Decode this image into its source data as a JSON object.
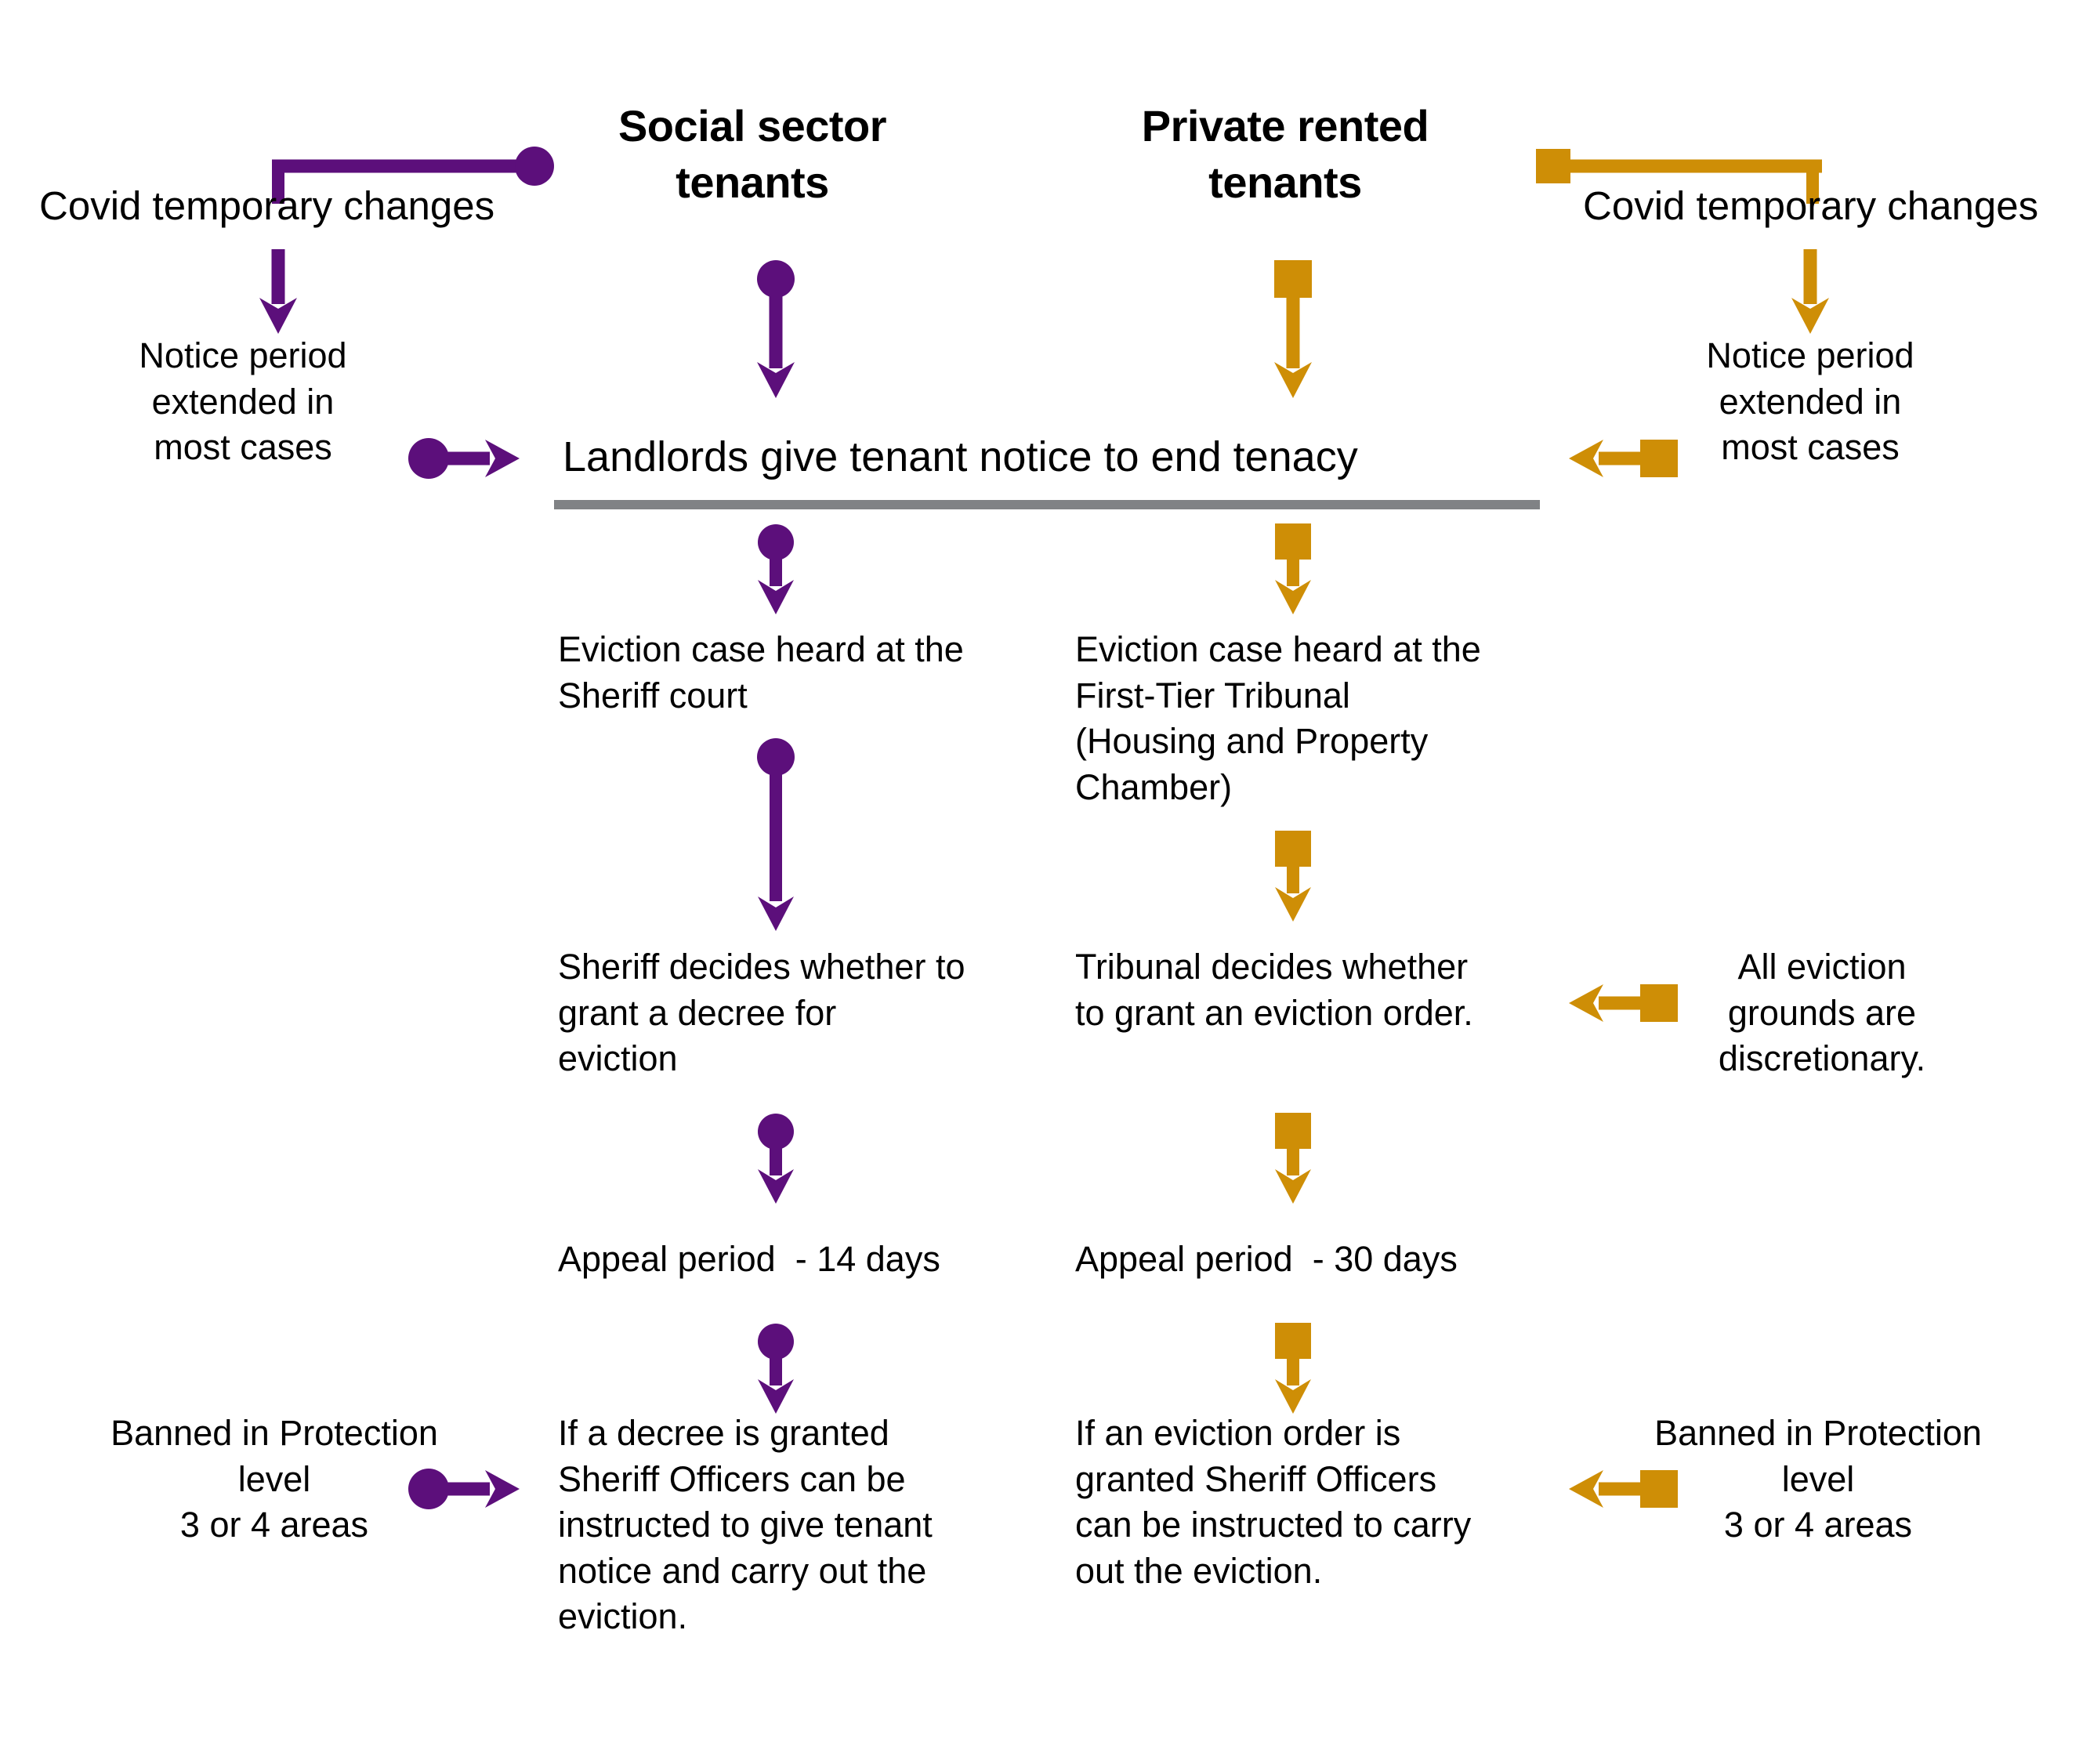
{
  "colors": {
    "social_purple": "#5C0F7B",
    "private_orange": "#CE8E06",
    "divider_grey": "#808285",
    "text_black": "#000000",
    "background": "#FFFFFF"
  },
  "headings": {
    "social": "Social sector\ntenants",
    "private": "Private rented\ntenants"
  },
  "shared": {
    "landlord_notice": "Landlords give tenant notice to end tenacy"
  },
  "left_annotations": {
    "covid_label": "Covid temporary changes",
    "notice_extended": "Notice period\nextended in\nmost cases",
    "banned_protection": "Banned in Protection\nlevel\n3 or 4 areas"
  },
  "right_annotations": {
    "covid_label": "Covid temporary changes",
    "notice_extended": "Notice period\nextended in\nmost cases",
    "all_grounds_discretionary": "All eviction\ngrounds are\ndiscretionary.",
    "banned_protection": "Banned in Protection\nlevel\n3 or 4 areas"
  },
  "social_steps": [
    "Eviction case heard at the\nSheriff court",
    "Sheriff decides whether to\ngrant a decree for\neviction",
    "Appeal period  - 14 days",
    "If a decree is granted\nSheriff Officers can be\ninstructed to give tenant\nnotice and carry out the\neviction."
  ],
  "private_steps": [
    "Eviction case heard at the\nFirst-Tier Tribunal\n(Housing and Property\nChamber)",
    "Tribunal decides whether\nto grant an eviction order.",
    "Appeal period  - 30 days",
    "If an eviction order is\ngranted Sheriff Officers\ncan be instructed to carry\nout the eviction."
  ],
  "connectors": {
    "social_cap": "circle",
    "private_cap": "square",
    "arrowhead": "stealth"
  }
}
